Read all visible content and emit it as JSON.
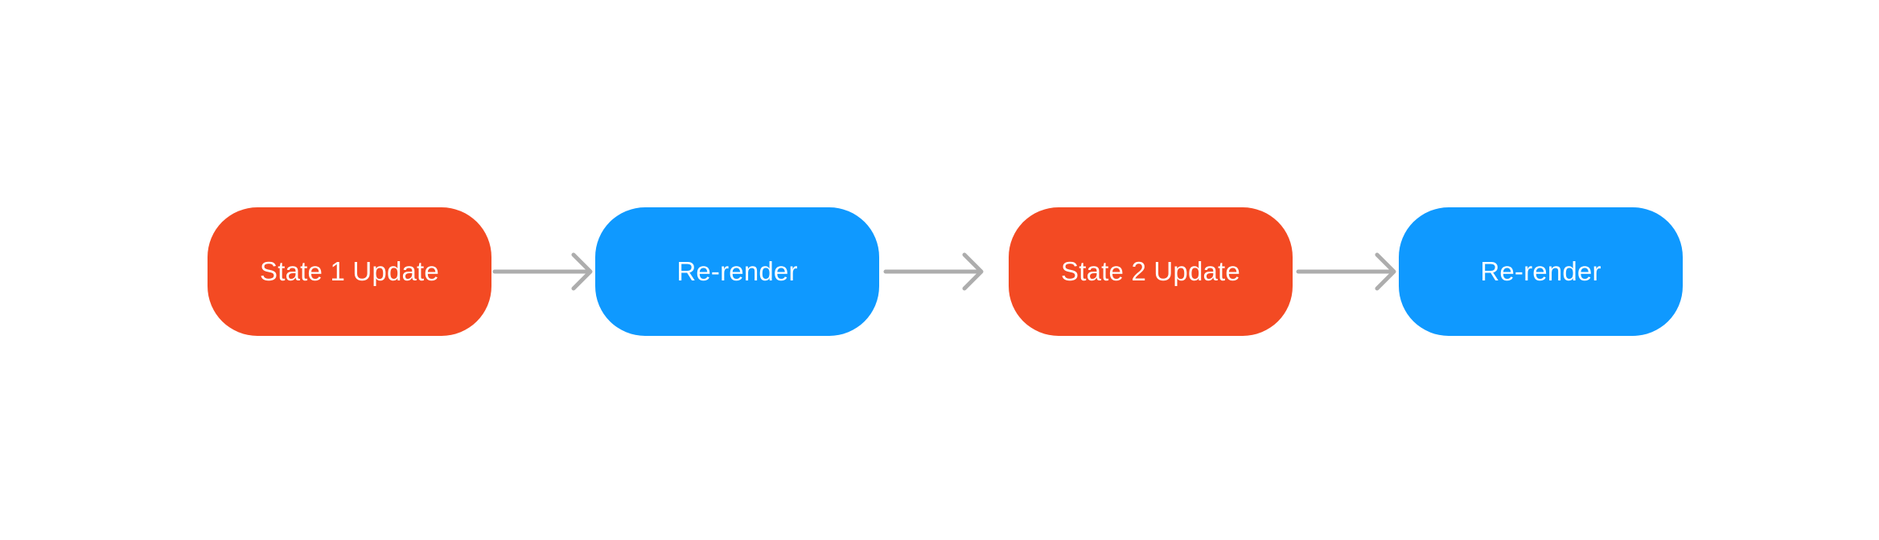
{
  "colors": {
    "state_update": "#F34A23",
    "re_render": "#0F99FF",
    "arrow": "#ADADAD",
    "background": "#FFFFFF"
  },
  "nodes": [
    {
      "label": "State 1 Update",
      "kind": "state_update"
    },
    {
      "label": "Re-render",
      "kind": "re_render"
    },
    {
      "label": "State 2 Update",
      "kind": "state_update"
    },
    {
      "label": "Re-render",
      "kind": "re_render"
    }
  ],
  "edges": [
    {
      "from": 0,
      "to": 1
    },
    {
      "from": 1,
      "to": 2
    },
    {
      "from": 2,
      "to": 3
    }
  ]
}
